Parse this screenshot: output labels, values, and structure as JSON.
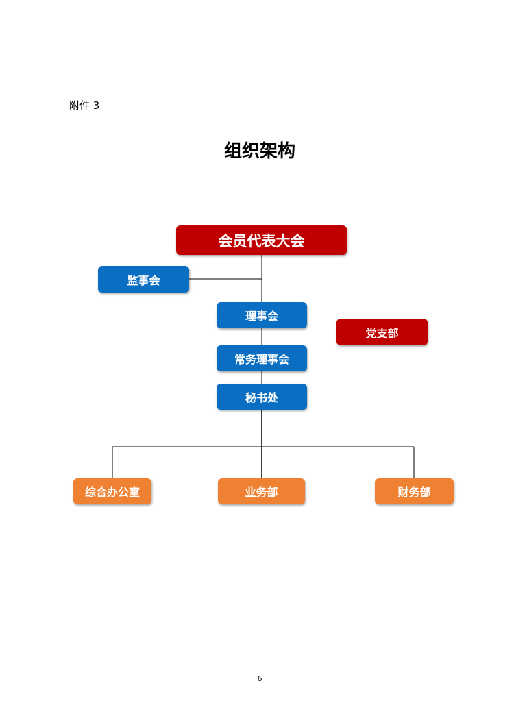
{
  "document": {
    "annex_label": "附件 3",
    "title": "组织架构",
    "page_number": "6"
  },
  "org_chart": {
    "general_assembly": "会员代表大会",
    "supervisory_board": "监事会",
    "council": "理事会",
    "standing_council": "常务理事会",
    "secretariat": "秘书处",
    "party_branch": "党支部",
    "departments": [
      "综合办公室",
      "业务部",
      "财务部"
    ],
    "colors": {
      "top_level": "#c00000",
      "governance": "#0a6fc2",
      "departments": "#ef8132"
    }
  }
}
